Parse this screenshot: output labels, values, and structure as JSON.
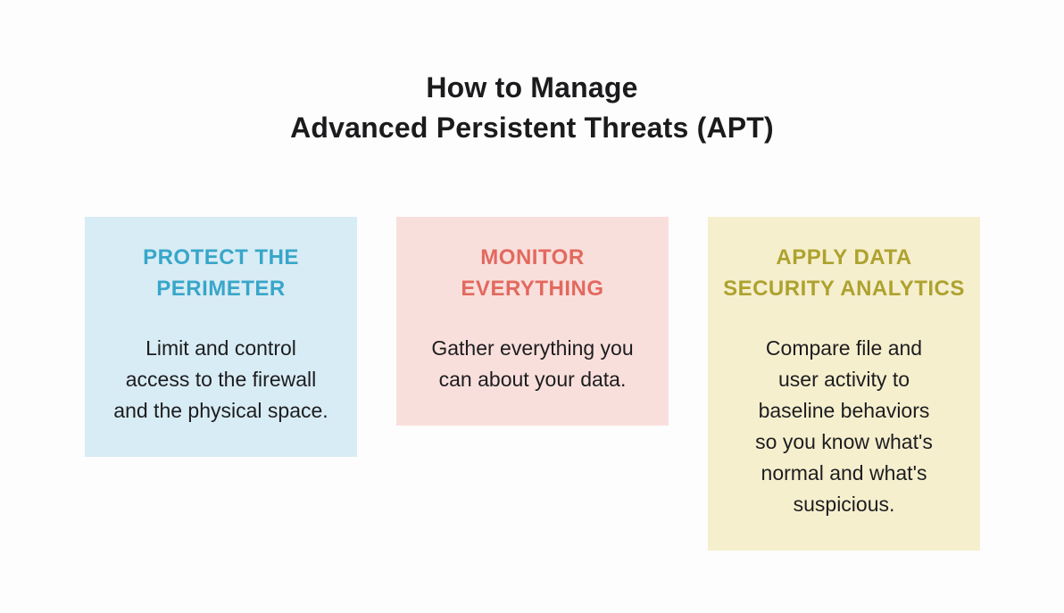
{
  "page": {
    "background_color": "#fdfdfd"
  },
  "title": {
    "line1": "How to Manage",
    "line2": "Advanced Persistent Threats (APT)",
    "color": "#1b1b1d"
  },
  "cards": [
    {
      "id": "protect-the-perimeter",
      "background_color": "#d8ecf5",
      "heading_color": "#38a6c9",
      "heading_lines": [
        "PROTECT THE",
        "PERIMETER"
      ],
      "body_lines": [
        "Limit and control",
        "access to the firewall",
        "and the physical space."
      ]
    },
    {
      "id": "monitor-everything",
      "background_color": "#f9dfdc",
      "heading_color": "#e2695e",
      "heading_lines": [
        "MONITOR",
        "EVERYTHING"
      ],
      "body_lines": [
        "Gather everything you",
        "can about your data."
      ]
    },
    {
      "id": "apply-data-security-analytics",
      "background_color": "#f6efce",
      "heading_color": "#ada22f",
      "heading_lines": [
        "APPLY DATA",
        "SECURITY ANALYTICS"
      ],
      "body_lines": [
        "Compare file and",
        "user activity to",
        "baseline behaviors",
        "so you know what's",
        "normal and what's",
        "suspicious."
      ]
    }
  ],
  "body_text_color": "#1d1d1f"
}
